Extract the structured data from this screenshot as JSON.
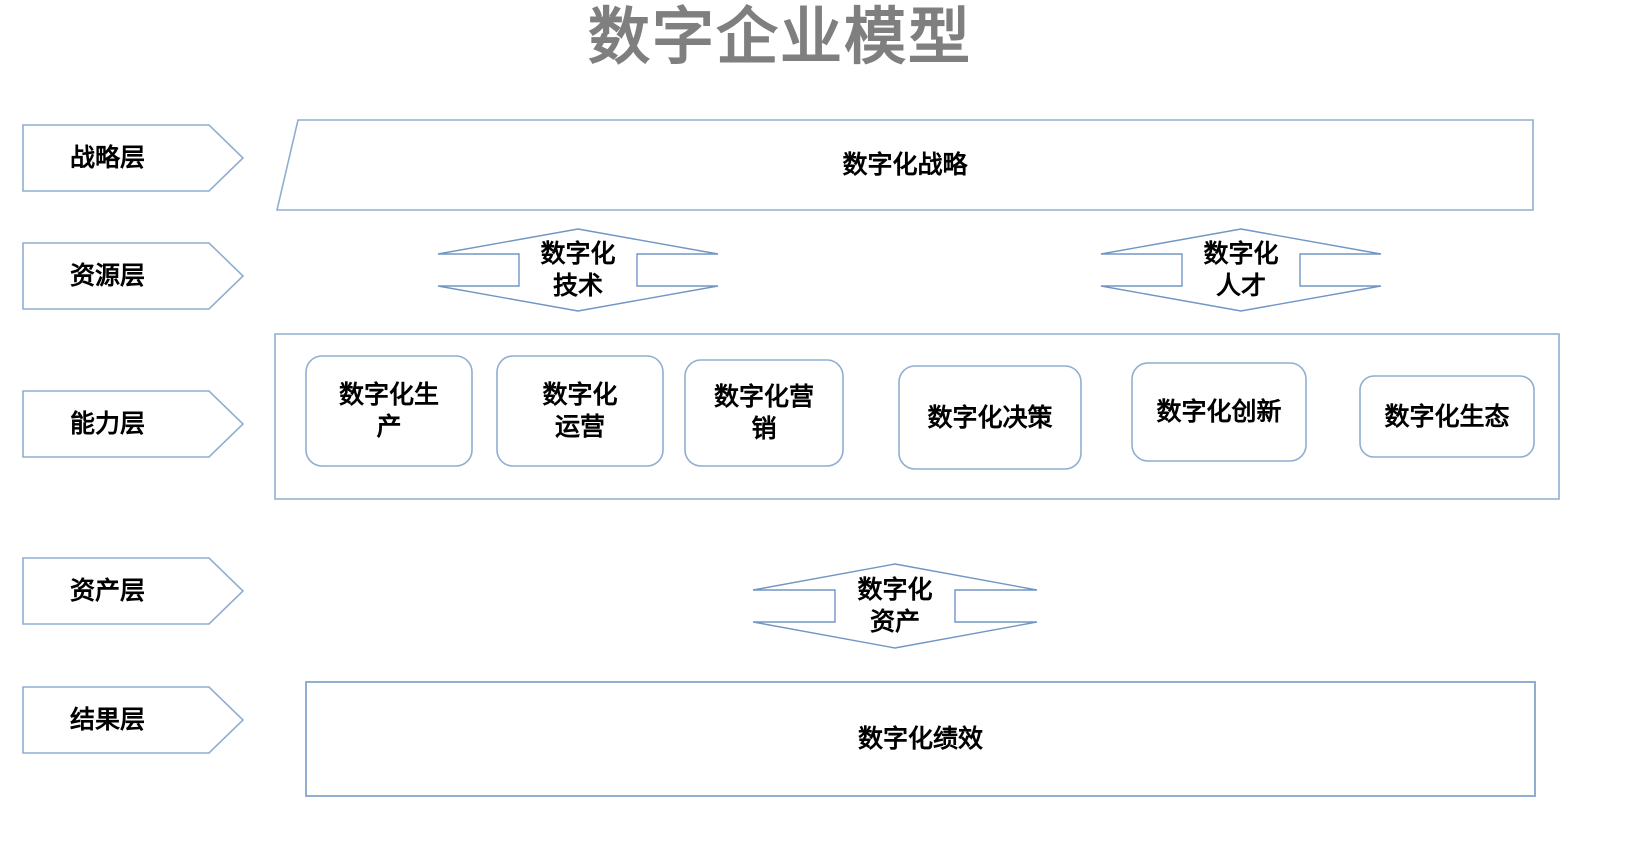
{
  "title": "数字企业模型",
  "colors": {
    "stroke": "#8faed0",
    "stroke_dark": "#7096c4",
    "title_color": "#7f7f7f",
    "text_color": "#000000",
    "fill": "#ffffff",
    "background": "#ffffff"
  },
  "layers": [
    {
      "key": "strategy",
      "label": "战略层"
    },
    {
      "key": "resource",
      "label": "资源层"
    },
    {
      "key": "capability",
      "label": "能力层"
    },
    {
      "key": "asset",
      "label": "资产层"
    },
    {
      "key": "result",
      "label": "结果层"
    }
  ],
  "strategy": {
    "banner_label": "数字化战略"
  },
  "resource": {
    "items": [
      {
        "key": "tech",
        "label": "数字化\n技术"
      },
      {
        "key": "talent",
        "label": "数字化\n人才"
      }
    ]
  },
  "capability": {
    "boxes": [
      {
        "key": "production",
        "label": "数字化生\n产"
      },
      {
        "key": "operation",
        "label": "数字化\n运营"
      },
      {
        "key": "marketing",
        "label": "数字化营\n销"
      },
      {
        "key": "decision",
        "label": "数字化决策"
      },
      {
        "key": "innovation",
        "label": "数字化创新"
      },
      {
        "key": "ecosystem",
        "label": "数字化生态"
      }
    ]
  },
  "asset": {
    "items": [
      {
        "key": "assets",
        "label": "数字化\n资产"
      }
    ]
  },
  "result": {
    "banner_label": "数字化绩效"
  }
}
